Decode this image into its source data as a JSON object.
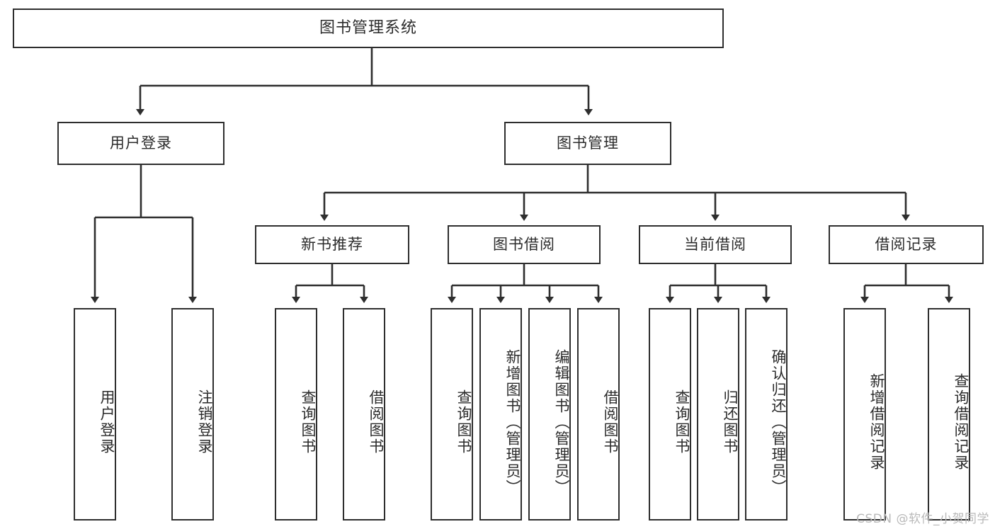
{
  "diagram": {
    "title": "图书管理系统",
    "type": "tree",
    "root": {
      "id": "root",
      "label": "图书管理系统"
    },
    "level1": [
      {
        "id": "user-login",
        "label": "用户登录"
      },
      {
        "id": "book-manage",
        "label": "图书管理"
      }
    ],
    "level2": [
      {
        "id": "new-book-rec",
        "label": "新书推荐",
        "parent": "book-manage"
      },
      {
        "id": "book-borrow",
        "label": "图书借阅",
        "parent": "book-manage"
      },
      {
        "id": "current-borrow",
        "label": "当前借阅",
        "parent": "book-manage"
      },
      {
        "id": "borrow-record",
        "label": "借阅记录",
        "parent": "book-manage"
      }
    ],
    "leaves": [
      {
        "id": "leaf-user-login",
        "label": "用户登录",
        "parent": "user-login"
      },
      {
        "id": "leaf-logout",
        "label": "注销登录",
        "parent": "user-login"
      },
      {
        "id": "leaf-query-book-1",
        "label": "查询图书",
        "parent": "new-book-rec"
      },
      {
        "id": "leaf-borrow-book-1",
        "label": "借阅图书",
        "parent": "new-book-rec"
      },
      {
        "id": "leaf-query-book-2",
        "label": "查询图书",
        "parent": "book-borrow"
      },
      {
        "id": "leaf-add-book",
        "label": "新增图书（管理员）",
        "parent": "book-borrow"
      },
      {
        "id": "leaf-edit-book",
        "label": "编辑图书（管理员）",
        "parent": "book-borrow"
      },
      {
        "id": "leaf-borrow-book-2",
        "label": "借阅图书",
        "parent": "book-borrow"
      },
      {
        "id": "leaf-query-book-3",
        "label": "查询图书",
        "parent": "current-borrow"
      },
      {
        "id": "leaf-return-book",
        "label": "归还图书",
        "parent": "current-borrow"
      },
      {
        "id": "leaf-confirm-return",
        "label": "确认归还（管理员）",
        "parent": "current-borrow"
      },
      {
        "id": "leaf-add-record",
        "label": "新增借阅记录",
        "parent": "borrow-record"
      },
      {
        "id": "leaf-query-record",
        "label": "查询借阅记录",
        "parent": "borrow-record"
      }
    ],
    "colors": {
      "stroke": "#2e2e2e",
      "text": "#2b2b2b",
      "background": "#ffffff",
      "watermark": "#b9b9b9"
    }
  },
  "watermark": {
    "text": "CSDN @软件_小贺同学"
  }
}
